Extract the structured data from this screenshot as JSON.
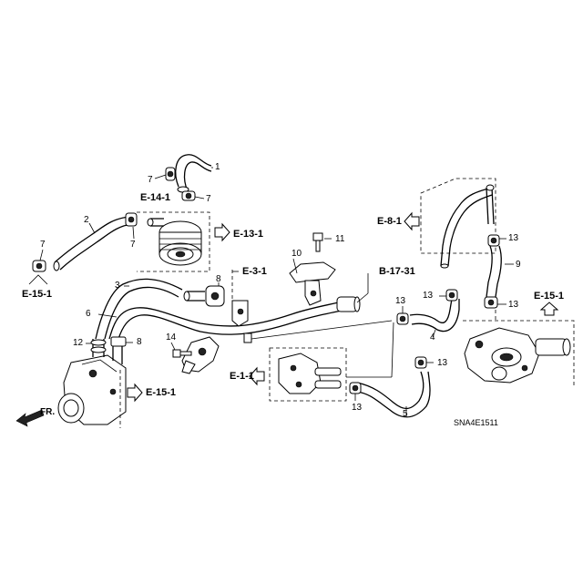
{
  "part_numbers": {
    "p1": "1",
    "p2": "2",
    "p3": "3",
    "p4": "4",
    "p5": "5",
    "p6": "6",
    "p7a": "7",
    "p7b": "7",
    "p7c": "7",
    "p7d": "7",
    "p8a": "8",
    "p8b": "8",
    "p9": "9",
    "p10": "10",
    "p11": "11",
    "p12": "12",
    "p13a": "13",
    "p13b": "13",
    "p13c": "13",
    "p13d": "13",
    "p13e": "13",
    "p13f": "13",
    "p14": "14"
  },
  "references": {
    "e14_1": "E-14-1",
    "e13_1": "E-13-1",
    "e15_1_left": "E-15-1",
    "e3_1": "E-3-1",
    "e8_1": "E-8-1",
    "b17_31": "B-17-31",
    "e15_1_right": "E-15-1",
    "e1_1": "E-1-1",
    "e15_1_bottom": "E-15-1"
  },
  "front_label": "FR.",
  "diagram_code": "SNA4E1511"
}
